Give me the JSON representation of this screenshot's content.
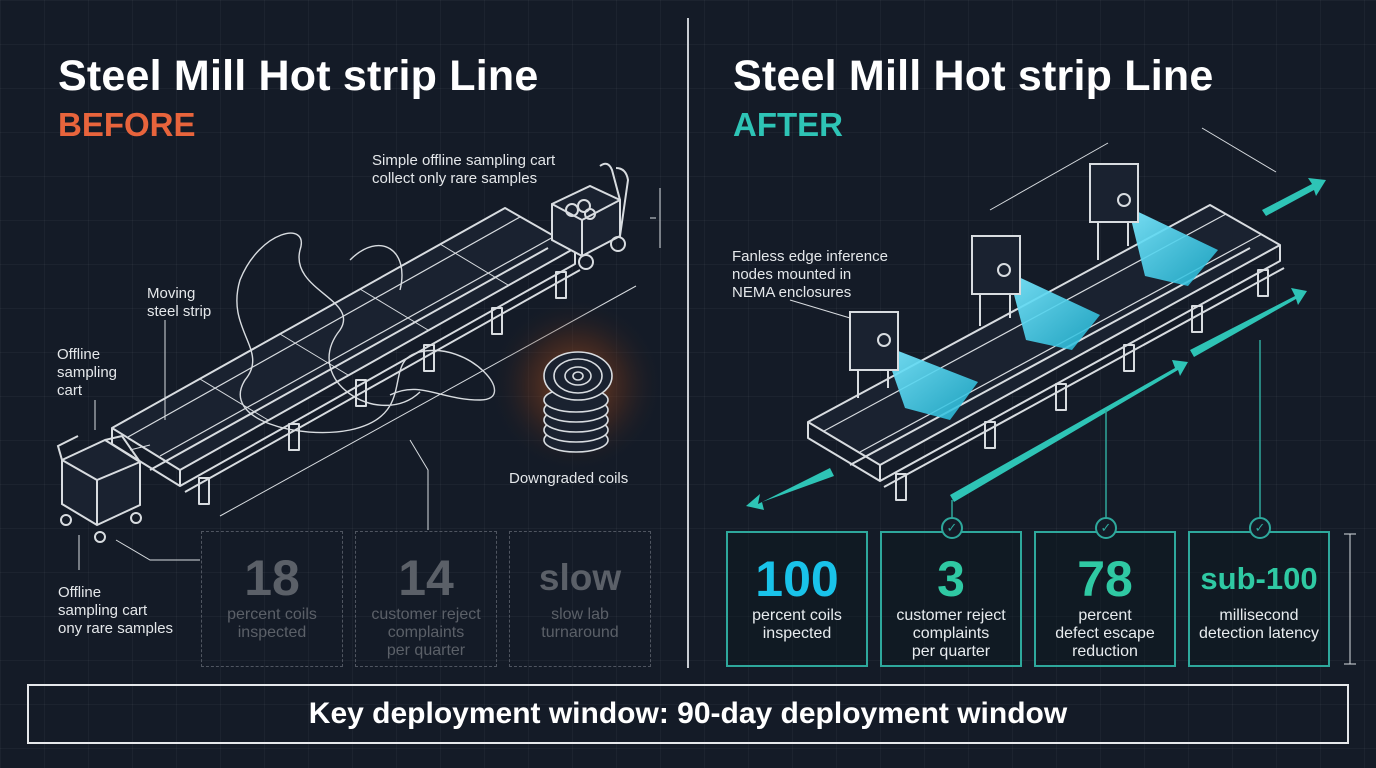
{
  "colors": {
    "before_accent": "#e8643c",
    "after_accent": "#2ec4b6",
    "cyan_number": "#19c3ea",
    "green_number": "#2fc9a3",
    "muted": "#5b6068",
    "line": "#d8dce0"
  },
  "before": {
    "title": "Steel Mill Hot strip Line",
    "subtitle": "BEFORE",
    "callouts": {
      "sampling_cart_top": "Simple offline sampling cart\ncollect only rare samples",
      "moving_strip": "Moving\nsteel strip",
      "offline_cart_left": "Offline\nsampling\ncart",
      "downgraded": "Downgraded coils",
      "offline_cart_bottom": "Offline\nsampling cart\nony rare samples"
    },
    "metrics": [
      {
        "value": "18",
        "label": "percent coils\ninspected"
      },
      {
        "value": "14",
        "label": "customer reject\ncomplaints\nper quarter"
      },
      {
        "value": "slow",
        "label": "slow lab\nturnaround"
      }
    ]
  },
  "after": {
    "title": "Steel Mill Hot strip Line",
    "subtitle": "AFTER",
    "callouts": {
      "edge_nodes": "Fanless edge inference\nnodes mounted in\nNEMA enclosures"
    },
    "metrics": [
      {
        "value": "100",
        "label": "percent coils\ninspected"
      },
      {
        "value": "3",
        "label": "customer reject\ncomplaints\nper quarter"
      },
      {
        "value": "78",
        "label": "percent\ndefect escape\nreduction"
      },
      {
        "value": "sub-100",
        "label": "millisecond\ndetection latency"
      }
    ]
  },
  "banner": "Key deployment window: 90-day deployment window"
}
